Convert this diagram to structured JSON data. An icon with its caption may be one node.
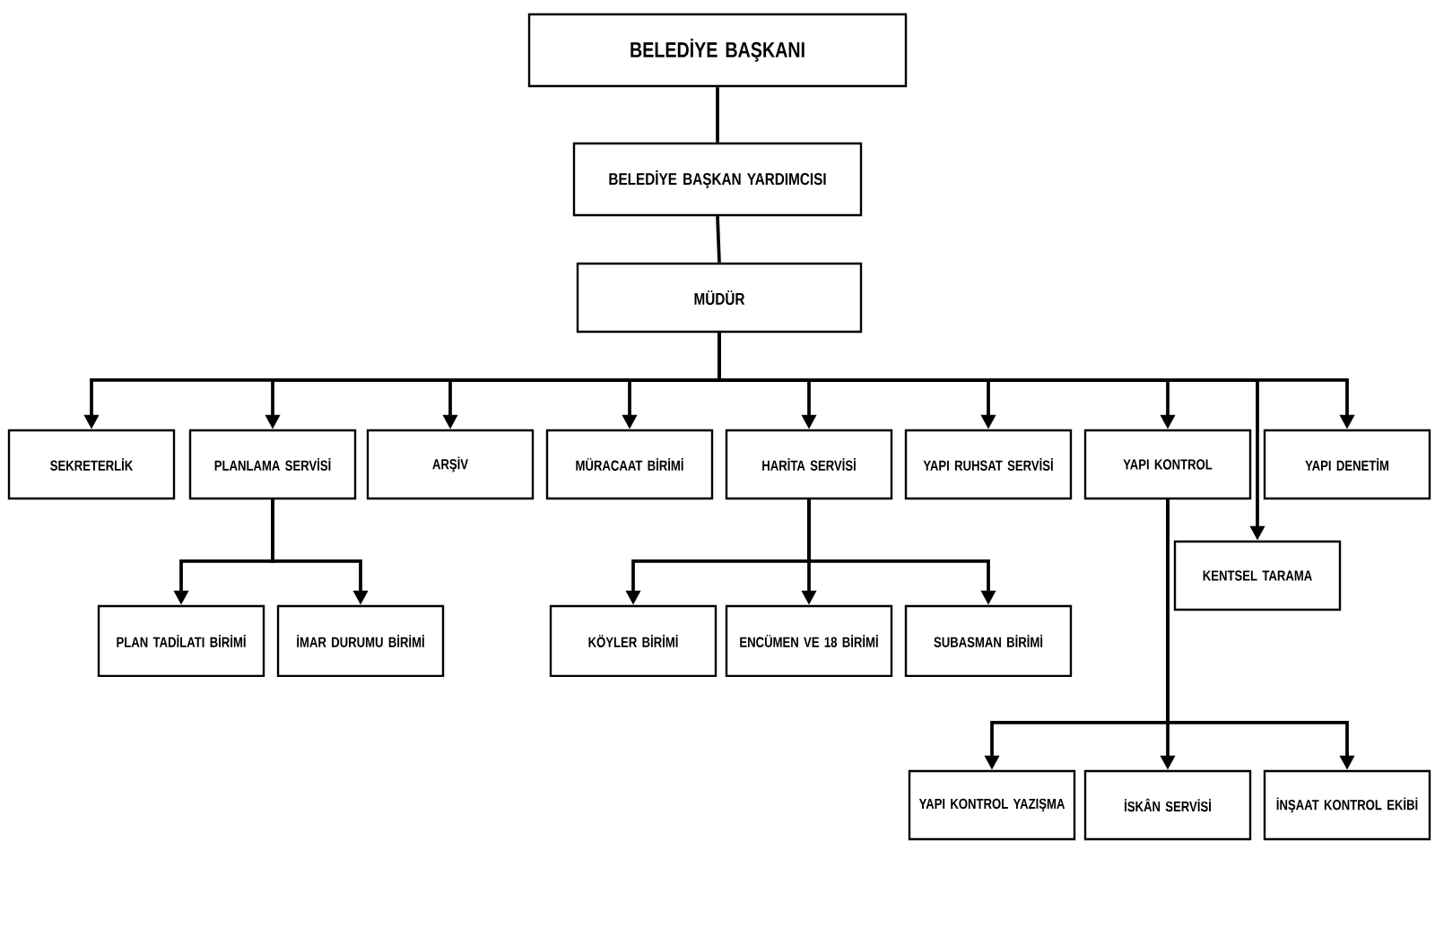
{
  "diagram": {
    "nodes": [
      {
        "text": [
          "BELEDİYE BAŞKANI"
        ]
      },
      {
        "text": [
          "BELEDİYE BAŞKAN YARDIMCISI"
        ]
      },
      {
        "text": [
          "MÜDÜR"
        ]
      },
      {
        "text": [
          "SEKRETERLİK"
        ]
      },
      {
        "text": [
          "PLANLAMA SERVİSİ"
        ]
      },
      {
        "text": [
          "ARŞİV"
        ]
      },
      {
        "text": [
          "MÜRACAAT BİRİMİ"
        ]
      },
      {
        "text": [
          "HARİTA SERVİSİ"
        ]
      },
      {
        "text": [
          "YAPI RUHSAT SERVİSİ"
        ]
      },
      {
        "text": [
          "YAPI KONTROL"
        ]
      },
      {
        "text": [
          "YAPI DENETİM"
        ]
      },
      {
        "text": [
          "KENTSEL TARAMA"
        ]
      },
      {
        "text": [
          "PLAN TADİLATI BİRİMİ"
        ]
      },
      {
        "text": [
          "İMAR DURUMU BİRİMİ"
        ]
      },
      {
        "text": [
          "KÖYLER BİRİMİ"
        ]
      },
      {
        "text": [
          "ENCÜMEN VE 18 BİRİMİ"
        ]
      },
      {
        "text": [
          "SUBASMAN BİRİMİ"
        ]
      },
      {
        "text": [
          "YAPI KONTROL YAZIŞMA"
        ]
      },
      {
        "text": [
          "İSKÂN SERVİSİ"
        ]
      },
      {
        "text": [
          "İNŞAAT KONTROL EKİBİ"
        ]
      }
    ],
    "edges": [
      {
        "from": 0,
        "to": 1,
        "arrow": "none"
      },
      {
        "from": 1,
        "to": 2,
        "arrow": "none"
      },
      {
        "from": 2,
        "to": 3,
        "arrow": "to"
      },
      {
        "from": 2,
        "to": 4,
        "arrow": "to"
      },
      {
        "from": 2,
        "to": 5,
        "arrow": "to"
      },
      {
        "from": 2,
        "to": 6,
        "arrow": "to"
      },
      {
        "from": 2,
        "to": 7,
        "arrow": "to"
      },
      {
        "from": 2,
        "to": 8,
        "arrow": "to"
      },
      {
        "from": 2,
        "to": 9,
        "arrow": "to"
      },
      {
        "from": 2,
        "to": 11,
        "arrow": "to"
      },
      {
        "from": 2,
        "to": 10,
        "arrow": "to"
      },
      {
        "from": 4,
        "to": 12,
        "arrow": "to"
      },
      {
        "from": 4,
        "to": 13,
        "arrow": "to"
      },
      {
        "from": 7,
        "to": 14,
        "arrow": "to"
      },
      {
        "from": 7,
        "to": 15,
        "arrow": "to"
      },
      {
        "from": 7,
        "to": 16,
        "arrow": "to"
      },
      {
        "from": 9,
        "to": 17,
        "arrow": "to"
      },
      {
        "from": 9,
        "to": 18,
        "arrow": "to"
      },
      {
        "from": 9,
        "to": 19,
        "arrow": "to"
      }
    ]
  }
}
